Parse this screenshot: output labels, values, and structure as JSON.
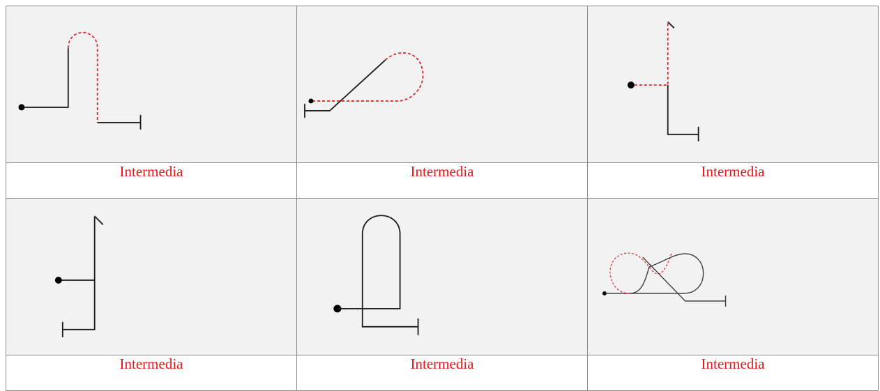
{
  "cells": [
    {
      "label": "Intermedia"
    },
    {
      "label": "Intermedia"
    },
    {
      "label": "Intermedia"
    },
    {
      "label": "Intermedia"
    },
    {
      "label": "Intermedia"
    },
    {
      "label": "Intermedia"
    }
  ],
  "colors": {
    "label": "#e8141b",
    "dashed_path": "#e0262d",
    "solid_path": "#1a1a1a",
    "figure_background": "#f2f2f2",
    "grid_border": "#8c8c8c"
  }
}
